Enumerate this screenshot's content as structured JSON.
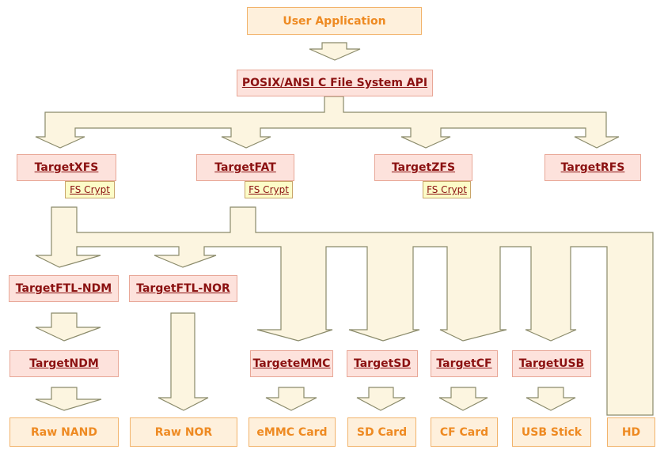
{
  "app": {
    "title": "User Application"
  },
  "api": {
    "label": "POSIX/ANSI C File System API"
  },
  "filesystems": [
    {
      "label": "TargetXFS",
      "crypt": "FS Crypt"
    },
    {
      "label": "TargetFAT",
      "crypt": "FS Crypt"
    },
    {
      "label": "TargetZFS",
      "crypt": "FS Crypt"
    },
    {
      "label": "TargetRFS"
    }
  ],
  "ftl": [
    {
      "label": "TargetFTL-NDM"
    },
    {
      "label": "TargetFTL-NOR"
    }
  ],
  "drivers": [
    {
      "label": "TargetNDM"
    },
    {
      "label": "TargeteMMC"
    },
    {
      "label": "TargetSD"
    },
    {
      "label": "TargetCF"
    },
    {
      "label": "TargetUSB"
    }
  ],
  "devices": [
    {
      "label": "Raw NAND"
    },
    {
      "label": "Raw NOR"
    },
    {
      "label": "eMMC Card"
    },
    {
      "label": "SD Card"
    },
    {
      "label": "CF Card"
    },
    {
      "label": "USB Stick"
    },
    {
      "label": "HD"
    }
  ],
  "colors": {
    "arrow_fill": "#fcf5e0",
    "arrow_stroke": "#8a8a6a",
    "accent_orange": "#ee8a22",
    "link_red": "#8b1111"
  }
}
